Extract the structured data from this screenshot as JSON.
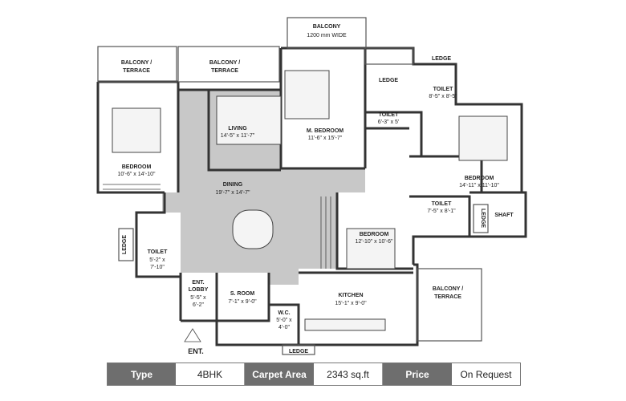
{
  "plan": {
    "rooms": {
      "balcony_top": "BALCONY",
      "balcony_top_dim": "1200 mm WIDE",
      "balcony_terrace_1a": "BALCONY /",
      "balcony_terrace_1b": "TERRACE",
      "balcony_terrace_2a": "BALCONY /",
      "balcony_terrace_2b": "TERRACE",
      "ledge_top": "LEDGE",
      "ledge_inner": "LEDGE",
      "toilet_top": "TOILET",
      "toilet_top_dim": "8'-5\" x 8'-5\"",
      "toilet_mid": "TOILET",
      "toilet_mid_dim": "6'-3\" x 5'",
      "living": "LIVING",
      "living_dim": "14'-5\" x 11'-7\"",
      "m_bedroom": "M. BEDROOM",
      "m_bedroom_dim": "11'-6\" x 15'-7\"",
      "bedroom_left": "BEDROOM",
      "bedroom_left_dim": "10'-6\" x 14'-10\"",
      "bedroom_right": "BEDROOM",
      "bedroom_right_dim": "14'-11\" x 11'-10\"",
      "dining": "DINING",
      "dining_dim": "19'-7\" x 14'-7\"",
      "toilet_right": "TOILET",
      "toilet_right_dim": "7'-5\" x 8'-1\"",
      "ledge_right": "LEDGE",
      "shaft": "SHAFT",
      "bedroom_center": "BEDROOM",
      "bedroom_center_dim": "12'-10\" x 10'-6\"",
      "ledge_left": "LEDGE",
      "toilet_left": "TOILET",
      "toilet_left_dim1": "5'-2\" x",
      "toilet_left_dim2": "7'-10\"",
      "ent_lobby_a": "ENT.",
      "ent_lobby_b": "LOBBY",
      "ent_lobby_dim1": "5'-5\" x",
      "ent_lobby_dim2": "6'-2\"",
      "s_room": "S. ROOM",
      "s_room_dim": "7'-1\" x 9'-0\"",
      "kitchen": "KITCHEN",
      "kitchen_dim": "15'-1\" x 9'-0\"",
      "balcony_terrace_3a": "BALCONY /",
      "balcony_terrace_3b": "TERRACE",
      "wc": "W.C.",
      "wc_dim1": "5'-0\" x",
      "wc_dim2": "4'-0\"",
      "ledge_bottom": "LEDGE",
      "ent": "ENT."
    }
  },
  "specs": {
    "type_label": "Type",
    "type_value": "4BHK",
    "area_label": "Carpet Area",
    "area_value": "2343 sq.ft",
    "price_label": "Price",
    "price_value": "On Request"
  }
}
